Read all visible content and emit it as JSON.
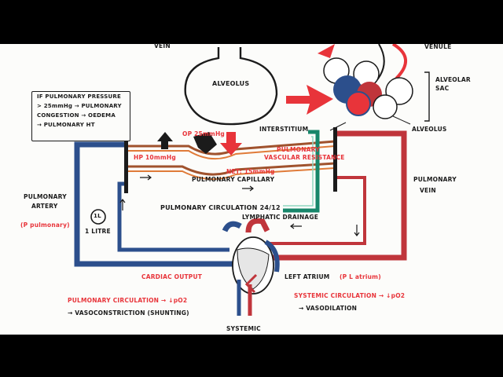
{
  "labels": {
    "vein_top": "VEIN",
    "venule": "VENULE",
    "alveolus": "ALVEOLUS",
    "alveolar_sac": "ALVEOLAR SAC",
    "alveolus_right": "ALVEOLUS",
    "interstitium": "INTERSTITIUM",
    "op": "OP 25mmHg",
    "hp": "HP 10mmHg",
    "net": "NET: 15mmHg",
    "pvr_line1": "PULMONARY",
    "pvr_line2": "VASCULAR RESISTANCE",
    "capillary": "PULMONARY CAPILLARY",
    "circulation": "PULMONARY CIRCULATION 24/12",
    "lymphatic": "LYMPHATIC DRAINAGE",
    "artery_line1": "PULMONARY",
    "artery_line2": "ARTERY",
    "p_pulmonary": "(P pulmonary)",
    "vein_line1": "PULMONARY",
    "vein_line2": "VEIN",
    "litre_circle": "1L",
    "litre_text": "1 LITRE",
    "cardiac_output": "CARDIAC OUTPUT",
    "left_atrium": "LEFT ATRIUM",
    "p_l_atrium": "(P L atrium)",
    "pulm_circ_left": "PULMONARY CIRCULATION → ↓pO2",
    "vasoconstriction": "→ VASOCONSTRICTION (SHUNTING)",
    "systemic_circ": "SYSTEMIC CIRCULATION → ↓pO2",
    "vasodilation": "→ VASODILATION",
    "systemic": "SYSTEMIC"
  },
  "box": {
    "line1": "IF PULMONARY PRESSURE",
    "line2": "> 25mmHg → PULMONARY",
    "line3": "CONGESTION → OEDEMA",
    "line4": "→ PULMONARY HT"
  },
  "colors": {
    "blue_vessel": "#2c4f8c",
    "red_vessel": "#c0353b",
    "accent_red": "#e8343a",
    "lymph_green": "#17866a",
    "capillary_brown": "#a0522d",
    "ink": "#1b1b1b"
  }
}
